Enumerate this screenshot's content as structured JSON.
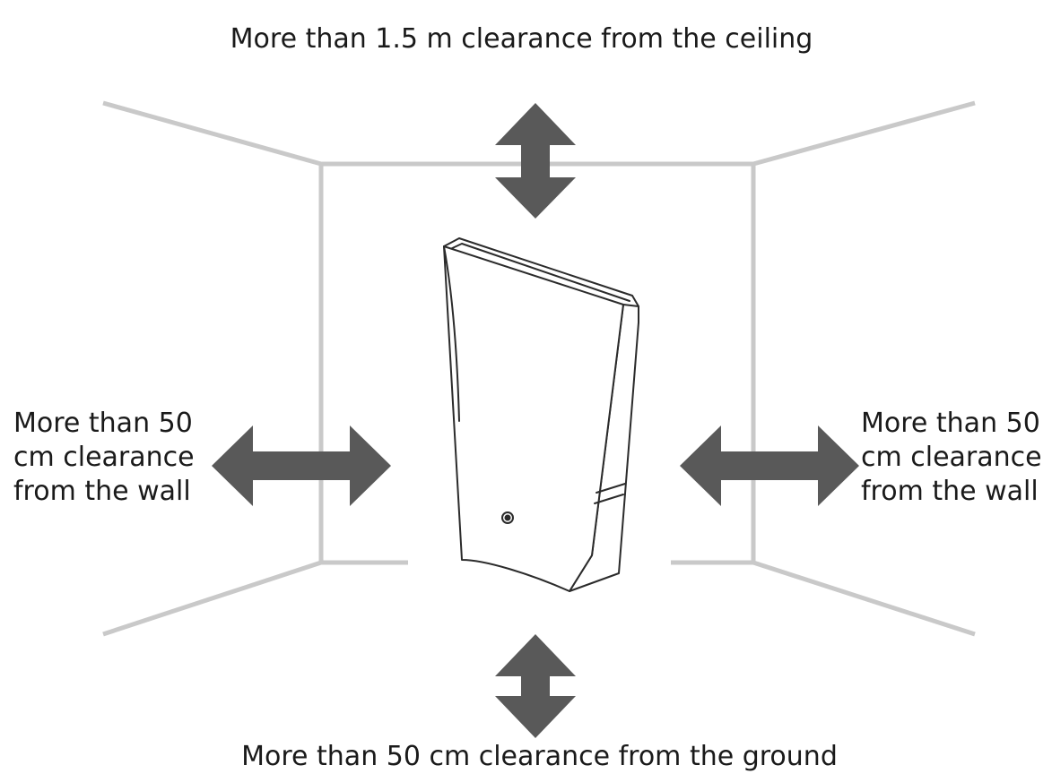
{
  "labels": {
    "ceiling": "More than 1.5 m clearance from the ceiling",
    "ground": "More than 50 cm clearance from the ground",
    "left_wall": [
      "More than 50",
      "cm clearance",
      "from the wall"
    ],
    "right_wall": [
      "More than 50",
      "cm clearance",
      "from the wall"
    ]
  },
  "colors": {
    "room_lines": "#c9c9c9",
    "arrows": "#595959",
    "device_outline": "#2b2b2b",
    "text": "#1a1a1a"
  },
  "icons": {
    "arrows": [
      "up-down-arrow-icon",
      "left-right-arrow-icon"
    ],
    "device": "router-device-icon"
  }
}
